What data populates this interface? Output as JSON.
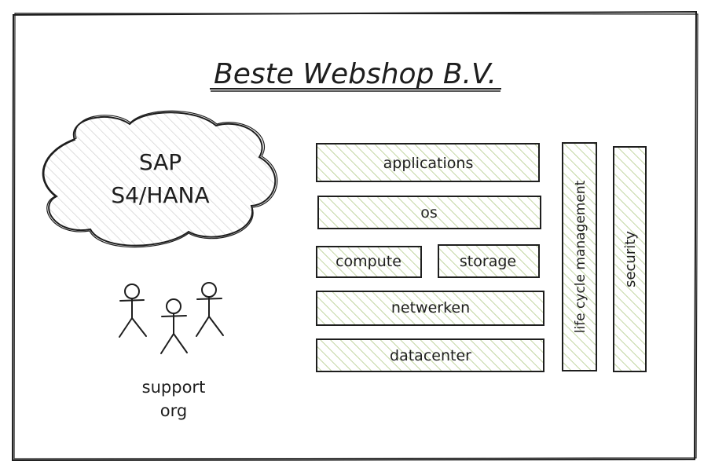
{
  "title": "Beste Webshop B.V.",
  "cloud": {
    "line1": "SAP",
    "line2": "S4/HANA"
  },
  "support": {
    "line1": "support",
    "line2": "org"
  },
  "layers": {
    "applications": "applications",
    "os": "os",
    "compute": "compute",
    "storage": "storage",
    "netwerken": "netwerken",
    "datacenter": "datacenter"
  },
  "pillars": {
    "lifecycle": "life cycle management",
    "security": "security"
  },
  "colors": {
    "stroke": "#1e1e1e",
    "hatch": "#a8c47a",
    "cloud_hatch": "#c8c8c8",
    "background": "#ffffff"
  }
}
